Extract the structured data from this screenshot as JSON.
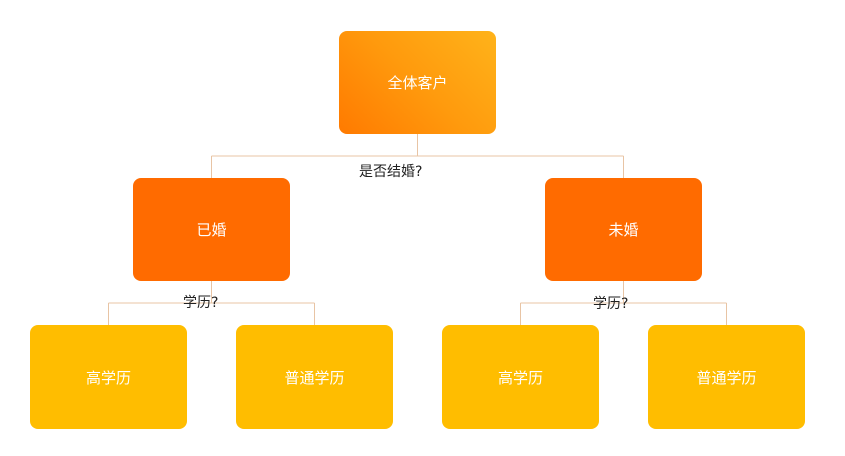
{
  "colors": {
    "root_gradient": [
      "#ffb31a",
      "#ff7a00"
    ],
    "level2": "#ff6b00",
    "level3": "#ffbd00",
    "connector": "#e8c4a4",
    "text_on_node": "#ffffff",
    "label_text": "#222222"
  },
  "tree": {
    "root": {
      "label": "全体客户",
      "question": "是否结婚?"
    },
    "left": {
      "label": "已婚",
      "question": "学历?",
      "children": [
        "高学历",
        "普通学历"
      ]
    },
    "right": {
      "label": "未婚",
      "question": "学历?",
      "children": [
        "高学历",
        "普通学历"
      ]
    }
  }
}
